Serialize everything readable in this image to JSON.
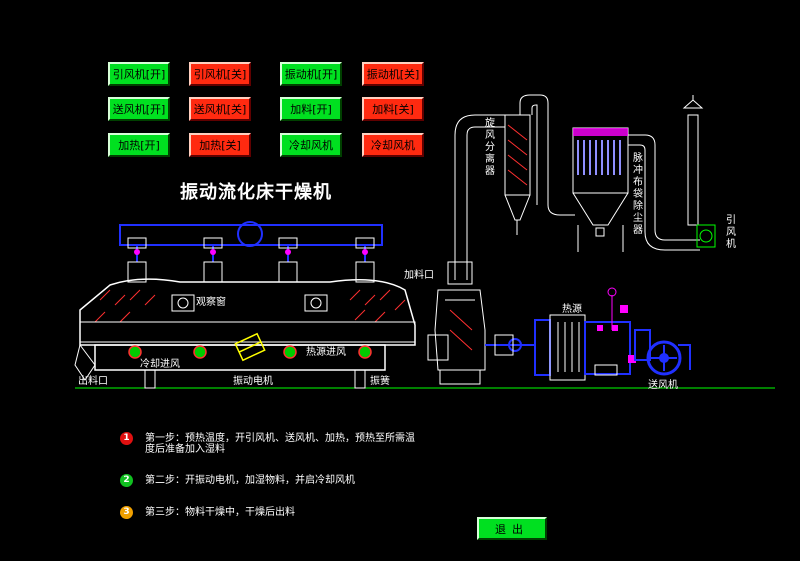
{
  "buttons": {
    "induced_fan_on": "引风机[开]",
    "induced_fan_off": "引风机[关]",
    "vibration_motor_on": "振动机[开]",
    "vibration_motor_off": "振动机[关]",
    "supply_fan_on": "送风机[开]",
    "supply_fan_off": "送风机[关]",
    "feed_on": "加料[开]",
    "feed_off": "加料[关]",
    "heating_on": "加热[开]",
    "heating_off": "加热[关]",
    "cooling_fan_on": "冷却风机[开]",
    "cooling_fan_off": "冷却风机[关]"
  },
  "title": "振动流化床干燥机",
  "labels": {
    "observation_window": "观察窗",
    "feed_inlet": "加料口",
    "cooling_air_inlet": "冷却进风",
    "hot_air_inlet": "热源进风",
    "discharge_outlet": "出料口",
    "vibration_motor": "振动电机",
    "spring": "振簧",
    "cyclone_separator": "旋风分离器",
    "pulse_bag_filter": "脉冲布袋除尘器",
    "induced_fan": "引风机",
    "heat_source": "热源",
    "supply_fan": "送风机"
  },
  "steps": [
    {
      "num": "1",
      "color": "#e01010",
      "text": "第一步：预热温度，开引风机、送风机、加热，预热至所需温度后准备加入湿料"
    },
    {
      "num": "2",
      "color": "#10c020",
      "text": "第二步：开振动电机，加湿物料，并启冷却风机"
    },
    {
      "num": "3",
      "color": "#f0a000",
      "text": "第三步：物料干燥中，干燥后出料"
    }
  ],
  "exit_label": "退出",
  "colors": {
    "green": "#00e020",
    "red": "#ff2a10",
    "line_green": "#00ff00",
    "blue": "#2030ff",
    "bg": "#000000"
  }
}
